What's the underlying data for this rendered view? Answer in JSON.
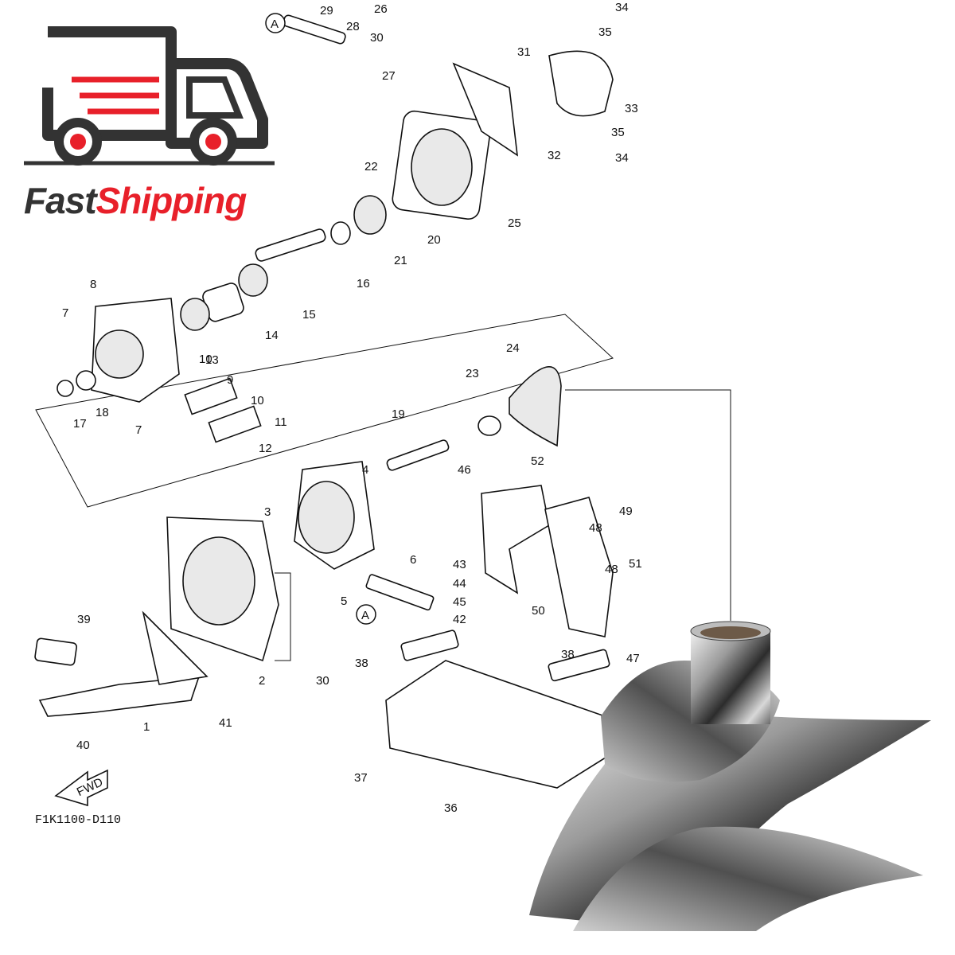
{
  "logo": {
    "word1": "Fast",
    "word2": "Shipping",
    "colors": {
      "dark": "#333333",
      "accent": "#e8202a"
    }
  },
  "diagram": {
    "code": "F1K1100-D110",
    "fwd": "FWD",
    "ref_marker": "A",
    "callouts": [
      "1",
      "2",
      "3",
      "4",
      "5",
      "6",
      "7",
      "8",
      "9",
      "10",
      "11",
      "12",
      "13",
      "14",
      "15",
      "16",
      "17",
      "18",
      "19",
      "20",
      "21",
      "22",
      "23",
      "24",
      "25",
      "26",
      "27",
      "28",
      "29",
      "30",
      "31",
      "32",
      "33",
      "34",
      "35",
      "36",
      "37",
      "38",
      "39",
      "40",
      "41",
      "42",
      "43",
      "44",
      "45",
      "46",
      "47",
      "48",
      "49",
      "50",
      "51",
      "52"
    ]
  }
}
